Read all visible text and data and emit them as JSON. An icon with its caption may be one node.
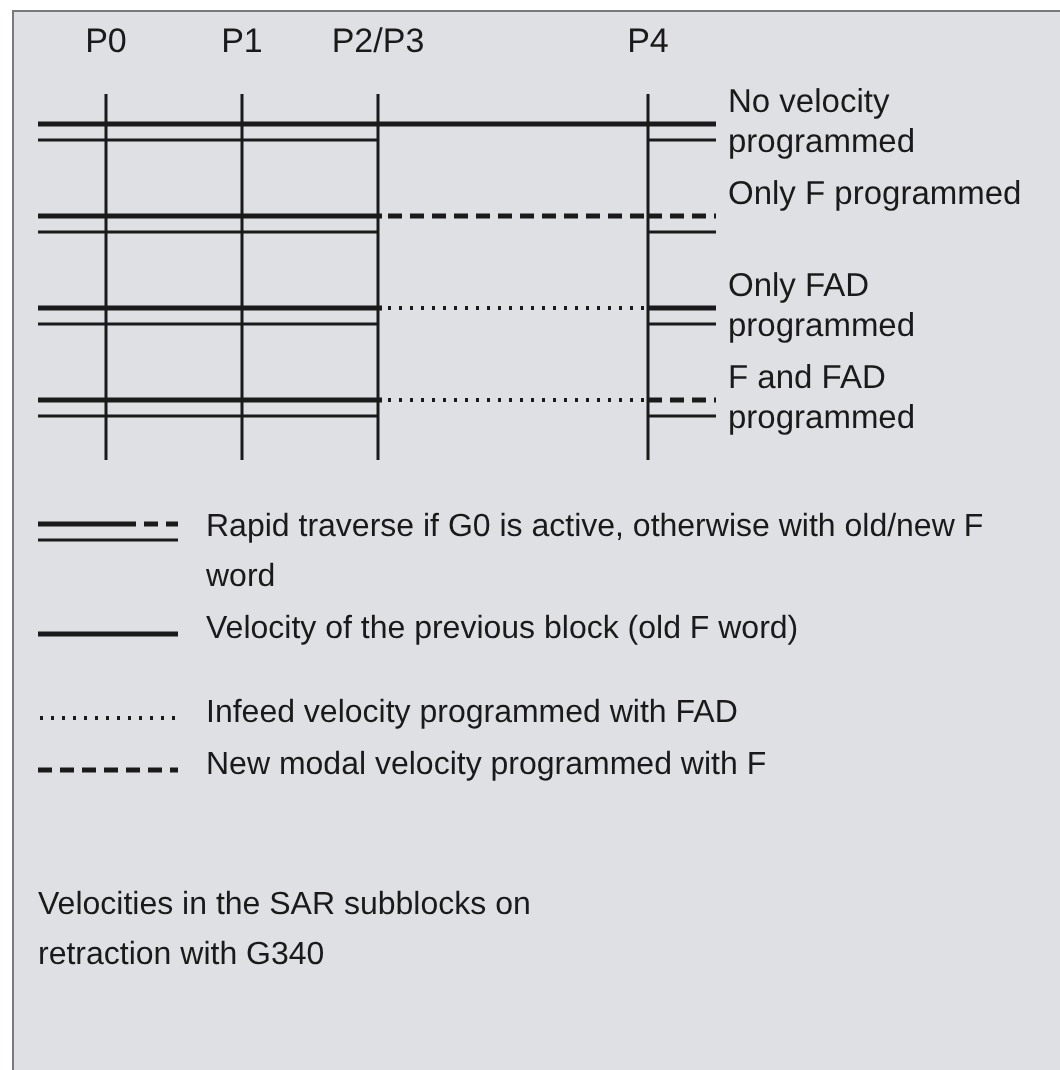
{
  "diagram": {
    "caption": "Velocities in the SAR subblocks on retraction with G340",
    "labels": [
      "P0",
      "P1",
      "P2/P3",
      "P4",
      "No velocity programmed",
      "Only F programmed",
      "Only FAD programmed",
      "F and FAD programmed"
    ],
    "legend": [
      {
        "text": "Rapid traverse if G0 is active, otherwise with old/new F word"
      },
      {
        "text": "Velocity of the previous block (old F word)"
      },
      {
        "text": "Infeed velocity programmed with FAD"
      },
      {
        "text": "New modal velocity programmed with F"
      }
    ]
  }
}
